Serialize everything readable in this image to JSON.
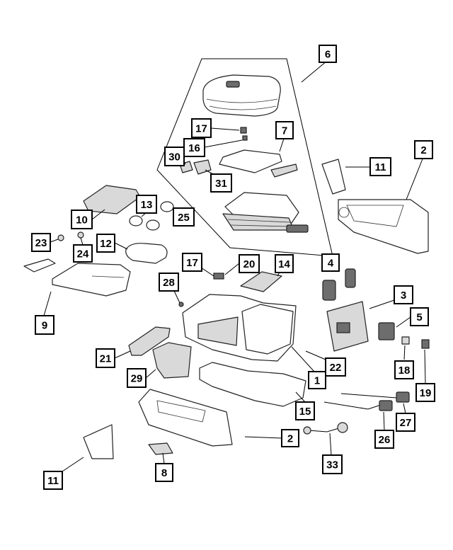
{
  "diagram": {
    "background": "#ffffff",
    "stroke_color": "#000000",
    "callouts": [
      {
        "id": "c6",
        "label": "6"
      },
      {
        "id": "c17a",
        "label": "17"
      },
      {
        "id": "c7",
        "label": "7"
      },
      {
        "id": "c16",
        "label": "16"
      },
      {
        "id": "c30",
        "label": "30"
      },
      {
        "id": "c31",
        "label": "31"
      },
      {
        "id": "c2a",
        "label": "2"
      },
      {
        "id": "c11a",
        "label": "11"
      },
      {
        "id": "c10",
        "label": "10"
      },
      {
        "id": "c13",
        "label": "13"
      },
      {
        "id": "c25",
        "label": "25"
      },
      {
        "id": "c23",
        "label": "23"
      },
      {
        "id": "c24",
        "label": "24"
      },
      {
        "id": "c12",
        "label": "12"
      },
      {
        "id": "c17b",
        "label": "17"
      },
      {
        "id": "c20",
        "label": "20"
      },
      {
        "id": "c14",
        "label": "14"
      },
      {
        "id": "c4",
        "label": "4"
      },
      {
        "id": "c28",
        "label": "28"
      },
      {
        "id": "c3",
        "label": "3"
      },
      {
        "id": "c9",
        "label": "9"
      },
      {
        "id": "c5",
        "label": "5"
      },
      {
        "id": "c21",
        "label": "21"
      },
      {
        "id": "c22",
        "label": "22"
      },
      {
        "id": "c1",
        "label": "1"
      },
      {
        "id": "c18",
        "label": "18"
      },
      {
        "id": "c19",
        "label": "19"
      },
      {
        "id": "c29",
        "label": "29"
      },
      {
        "id": "c15",
        "label": "15"
      },
      {
        "id": "c27",
        "label": "27"
      },
      {
        "id": "c2b",
        "label": "2"
      },
      {
        "id": "c26",
        "label": "26"
      },
      {
        "id": "c8",
        "label": "8"
      },
      {
        "id": "c33",
        "label": "33"
      },
      {
        "id": "c11b",
        "label": "11"
      }
    ]
  }
}
